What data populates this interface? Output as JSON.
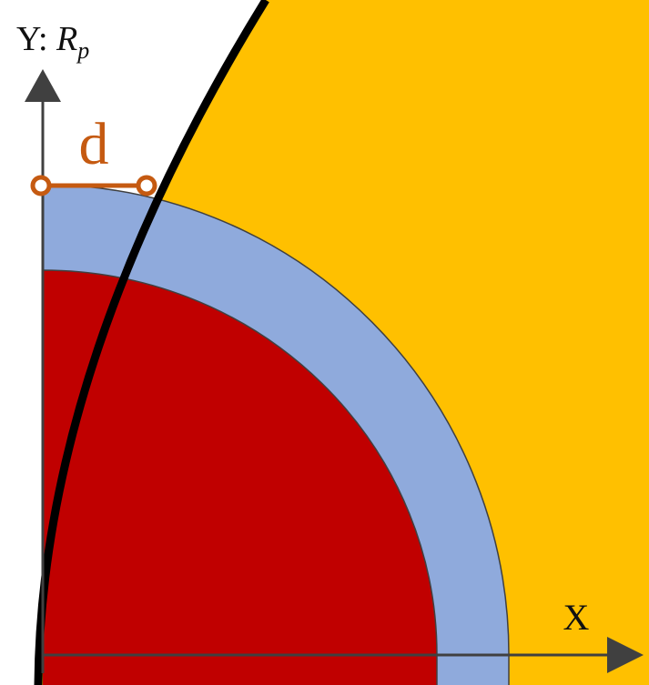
{
  "labels": {
    "y_axis_prefix": "Y: ",
    "y_axis_symbol": "R",
    "y_axis_subscript": "p",
    "x_axis": "X",
    "dimension": "d"
  },
  "colors": {
    "background": "#ffffff",
    "outer_region": "#FFC000",
    "shell_layer": "#8FAADC",
    "core": "#C00000",
    "boundary_curve": "#000000",
    "axis": "#404040",
    "dimension_marker": "#C55A11"
  }
}
